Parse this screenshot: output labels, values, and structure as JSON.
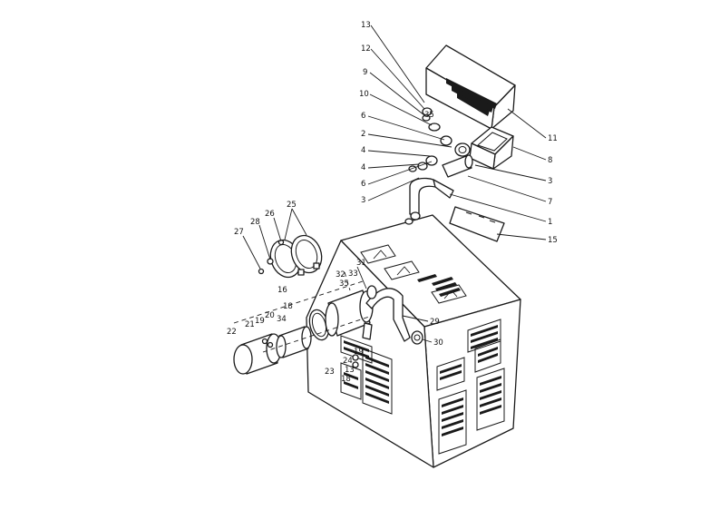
{
  "diagram": {
    "callouts": [
      {
        "id": "c13a",
        "text": "13"
      },
      {
        "id": "c12",
        "text": "12"
      },
      {
        "id": "c9",
        "text": "9"
      },
      {
        "id": "c10",
        "text": "10"
      },
      {
        "id": "c6a",
        "text": "6"
      },
      {
        "id": "c2",
        "text": "2"
      },
      {
        "id": "c4a",
        "text": "4"
      },
      {
        "id": "c4b",
        "text": "4"
      },
      {
        "id": "c6b",
        "text": "6"
      },
      {
        "id": "c3a",
        "text": "3"
      },
      {
        "id": "c35a",
        "text": "35"
      },
      {
        "id": "c11",
        "text": "11"
      },
      {
        "id": "c8",
        "text": "8"
      },
      {
        "id": "c3b",
        "text": "3"
      },
      {
        "id": "c7",
        "text": "7"
      },
      {
        "id": "c1",
        "text": "1"
      },
      {
        "id": "c15",
        "text": "15"
      },
      {
        "id": "c27",
        "text": "27"
      },
      {
        "id": "c28",
        "text": "28"
      },
      {
        "id": "c26",
        "text": "26"
      },
      {
        "id": "c25",
        "text": "25"
      },
      {
        "id": "c16",
        "text": "16"
      },
      {
        "id": "c31",
        "text": "31"
      },
      {
        "id": "c32",
        "text": "32"
      },
      {
        "id": "c33",
        "text": "33"
      },
      {
        "id": "c35b",
        "text": "35"
      },
      {
        "id": "c29",
        "text": "29"
      },
      {
        "id": "c30",
        "text": "30"
      },
      {
        "id": "c22",
        "text": "22"
      },
      {
        "id": "c21",
        "text": "21"
      },
      {
        "id": "c19",
        "text": "19"
      },
      {
        "id": "c20",
        "text": "20"
      },
      {
        "id": "c18",
        "text": "18"
      },
      {
        "id": "c34",
        "text": "34"
      },
      {
        "id": "c23",
        "text": "23"
      },
      {
        "id": "c24",
        "text": "24"
      },
      {
        "id": "c13b",
        "text": "13"
      },
      {
        "id": "c18b",
        "text": "18"
      },
      {
        "id": "c19b",
        "text": "19"
      }
    ]
  }
}
